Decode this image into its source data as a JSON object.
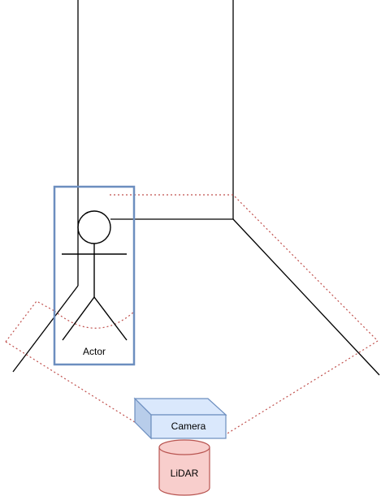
{
  "labels": {
    "actor": "Actor",
    "camera": "Camera",
    "lidar": "LiDAR"
  },
  "colors": {
    "actor_frame": "#6c8ebf",
    "camera_top": "#dae8fc",
    "camera_side": "#b8cdea",
    "camera_front": "#dae8fc",
    "camera_stroke": "#6c8ebf",
    "lidar_fill": "#f8cecc",
    "lidar_stroke": "#b85450",
    "fov_line": "#c0504d",
    "walls": "#000000"
  },
  "icons": {
    "camera": "box-icon",
    "lidar": "cylinder-icon",
    "actor": "stick-figure-icon"
  }
}
